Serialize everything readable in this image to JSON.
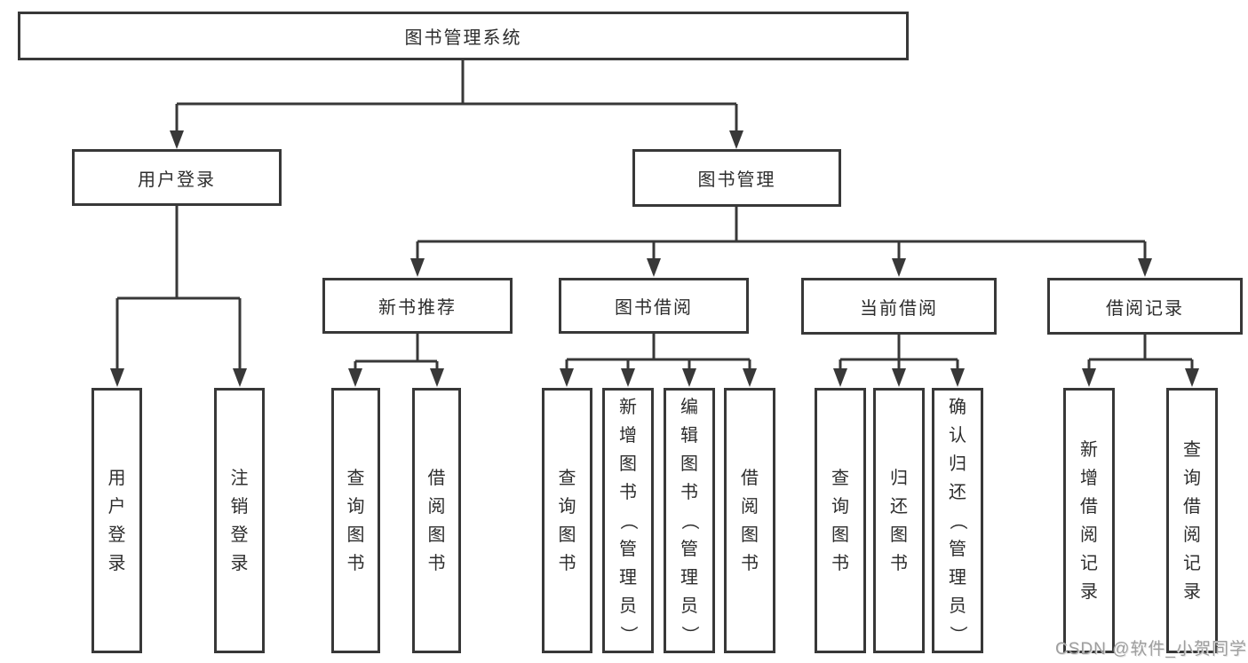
{
  "diagram": {
    "title": "图书管理系统",
    "level2": {
      "user_login": "用户登录",
      "book_mgmt": "图书管理"
    },
    "level3": {
      "new_books": "新书推荐",
      "book_borrow": "图书借阅",
      "current_borrow": "当前借阅",
      "borrow_records": "借阅记录"
    },
    "leaves": {
      "user_login": [
        "用户登录",
        "注销登录"
      ],
      "new_books": [
        "查询图书",
        "借阅图书"
      ],
      "book_borrow": [
        "查询图书",
        "新增图书（管理员）",
        "编辑图书（管理员）",
        "借阅图书"
      ],
      "current_borrow": [
        "查询图书",
        "归还图书",
        "确认归还（管理员）"
      ],
      "borrow_records": [
        "新增借阅记录",
        "查询借阅记录"
      ]
    }
  },
  "watermark": "CSDN @软件_小贺同学",
  "colors": {
    "line": "#383838",
    "text": "#2d2d2d",
    "box_background": "#ffffff",
    "watermark": "#9e9e9e",
    "background": "#ffffff"
  }
}
